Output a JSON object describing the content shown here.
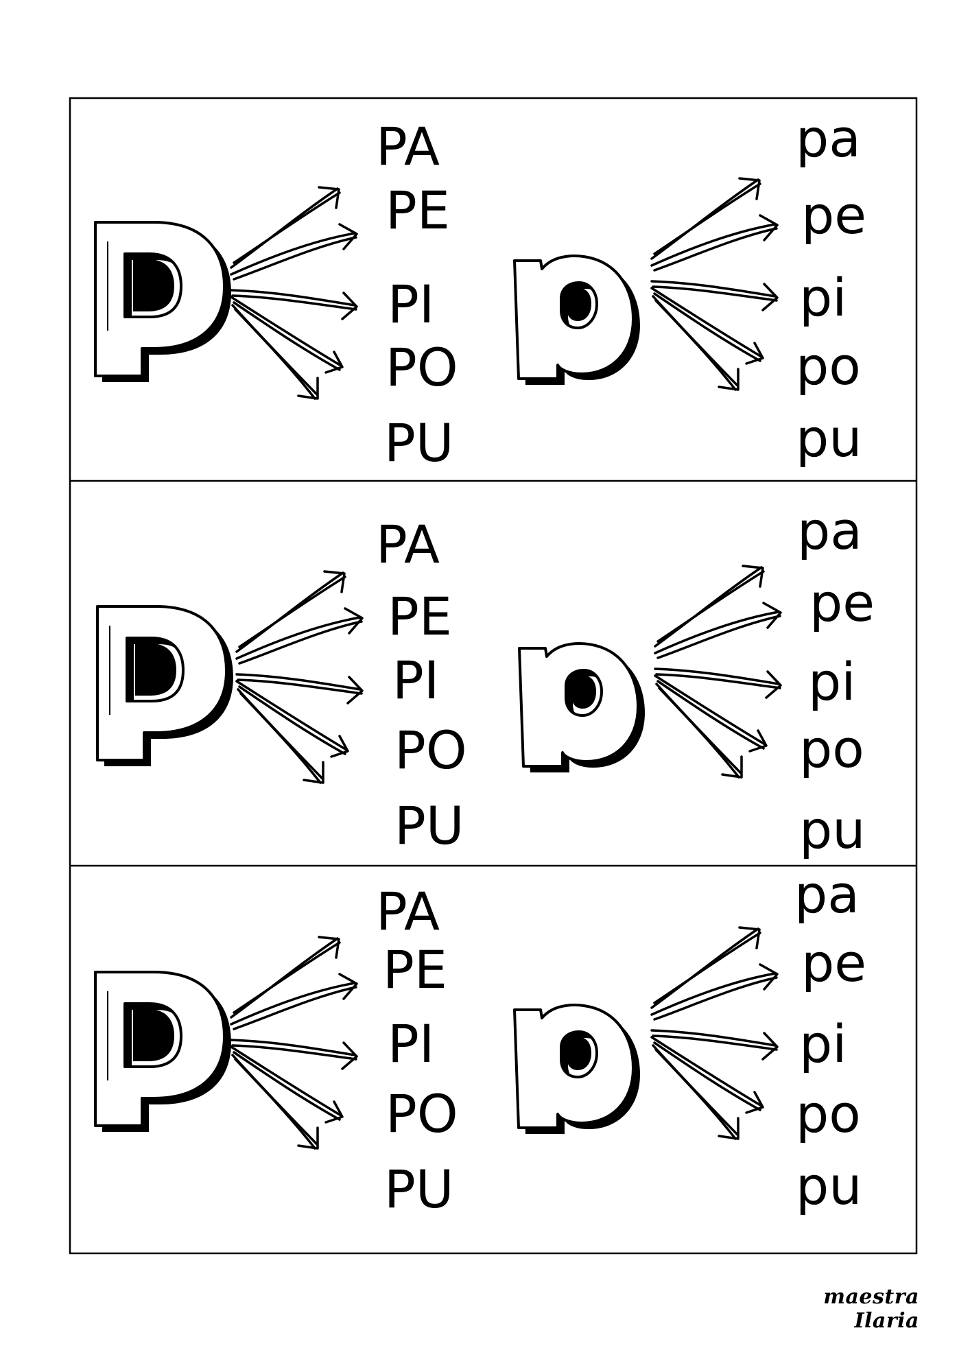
{
  "worksheet": {
    "letter_uppercase": "P",
    "letter_lowercase": "p",
    "rows": [
      {
        "left": [
          "PA",
          "PE",
          "PI",
          "PO",
          "PU"
        ],
        "right": [
          "pa",
          "pe",
          "pi",
          "po",
          "pu"
        ]
      },
      {
        "left": [
          "PA",
          "PE",
          "PI",
          "PO",
          "PU"
        ],
        "right": [
          "pa",
          "pe",
          "pi",
          "po",
          "pu"
        ]
      },
      {
        "left": [
          "PA",
          "PE",
          "PI",
          "PO",
          "PU"
        ],
        "right": [
          "pa",
          "pe",
          "pi",
          "po",
          "pu"
        ]
      }
    ]
  },
  "credit": "maestra Ilaria"
}
